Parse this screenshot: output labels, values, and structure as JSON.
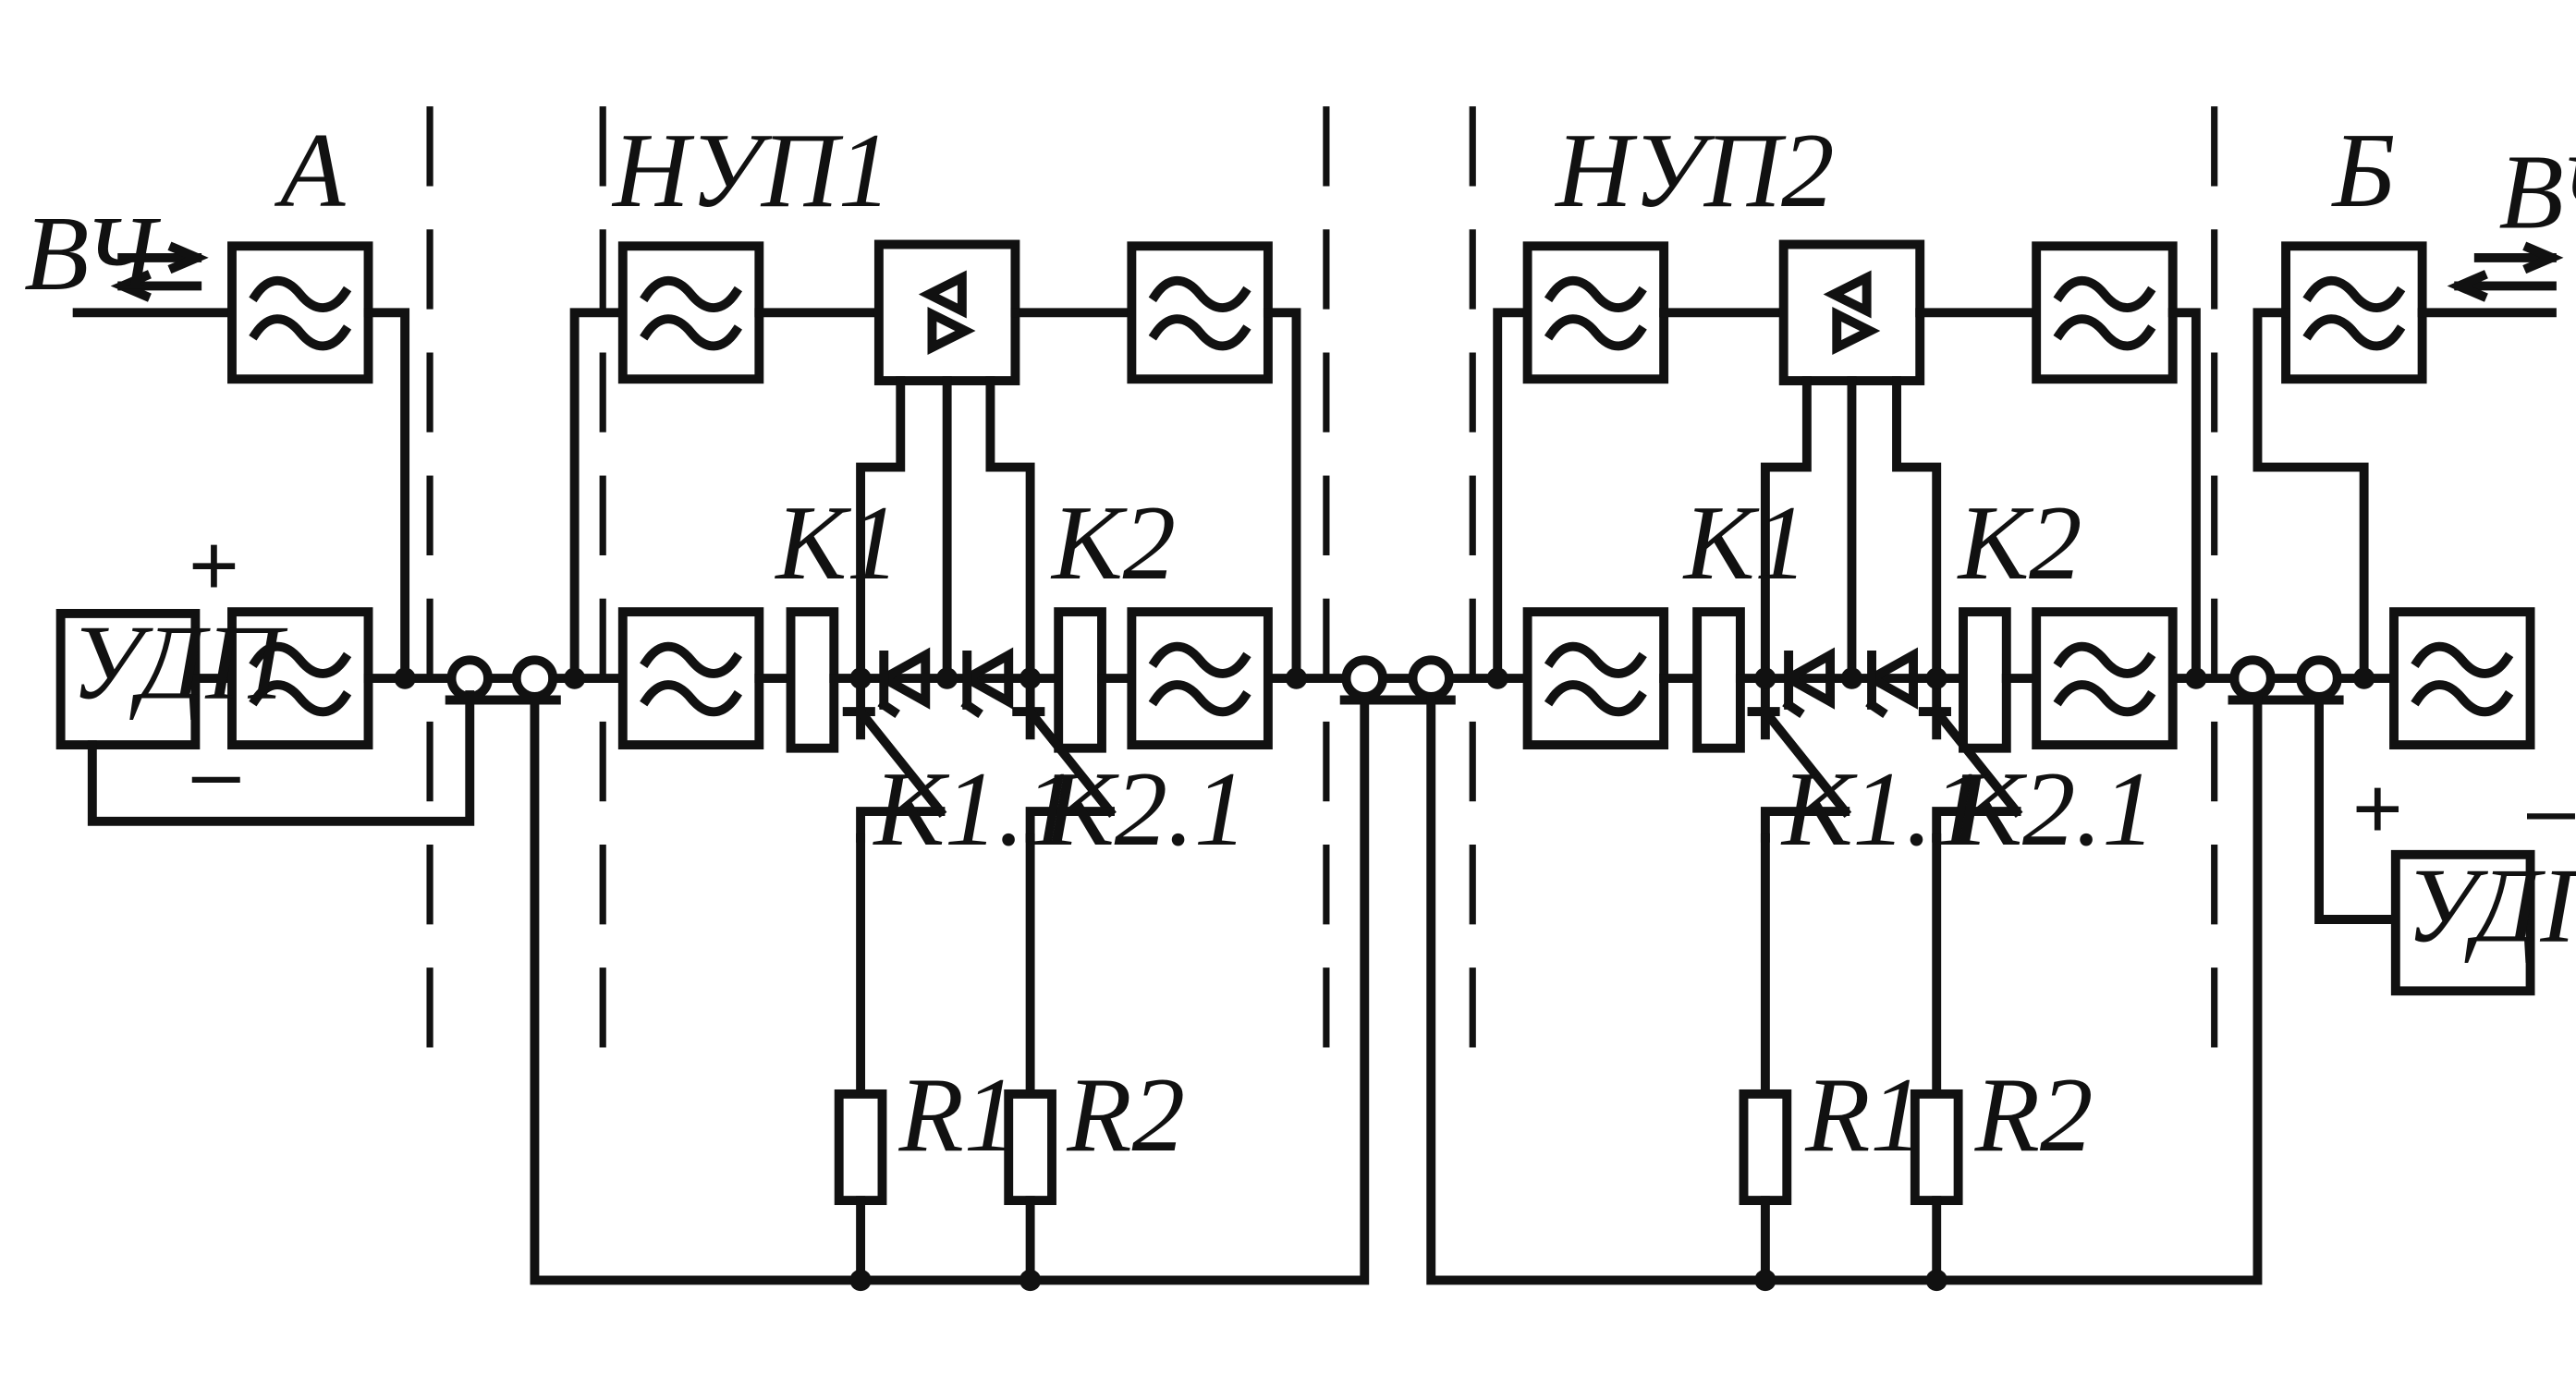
{
  "sections": {
    "a": "А",
    "nup1": "НУП1",
    "nup2": "НУП2",
    "b": "Б"
  },
  "hf_left": "ВЧ",
  "hf_right": "ВЧ",
  "power_left": {
    "label": "УДП",
    "plus": "+",
    "minus": "–"
  },
  "power_right": {
    "label": "УДП",
    "plus": "+",
    "minus": "–"
  },
  "nup1": {
    "k1": "К1",
    "k2": "К2",
    "k1_contact": "К1.1",
    "k2_contact": "К2.1",
    "r1": "R1",
    "r2": "R2"
  },
  "nup2": {
    "k1": "К1",
    "k2": "К2",
    "k1_contact": "К1.1",
    "k2_contact": "К2.1",
    "r1": "R1",
    "r2": "R2"
  }
}
